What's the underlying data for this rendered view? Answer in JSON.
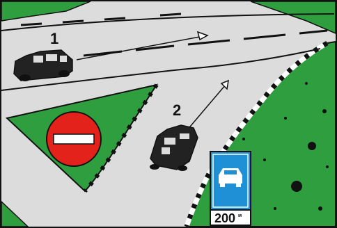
{
  "scene": {
    "car_labels": [
      "1",
      "2"
    ],
    "signs": {
      "no_entry": {
        "icon": "no-entry-sign-icon",
        "color": "#e3231b"
      },
      "cars_only_lane": {
        "icon": "car-lane-sign-icon",
        "color": "#1f8fd6",
        "plate_distance": "200",
        "plate_unit": "м"
      }
    },
    "colors": {
      "grass": "#2f9e3e",
      "road": "#dcdcdc",
      "line": "#111111"
    }
  }
}
